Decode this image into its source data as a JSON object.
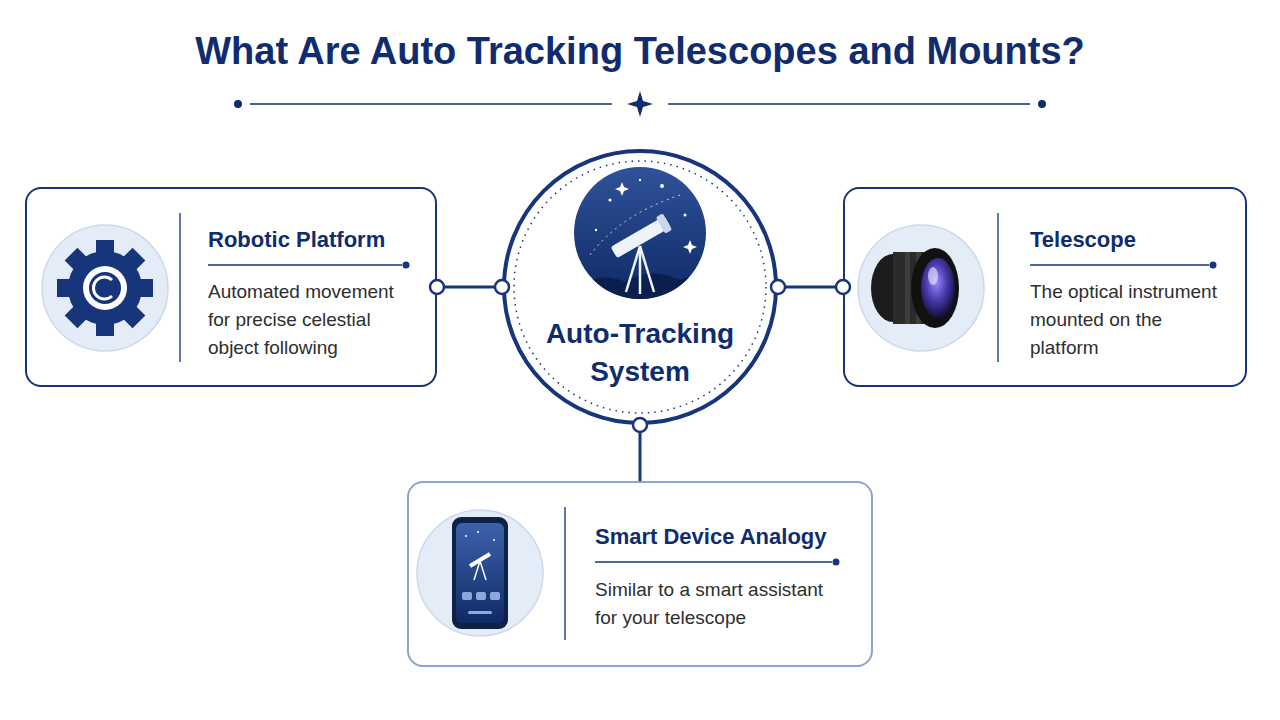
{
  "diagram": {
    "title": "What Are Auto Tracking Telescopes and Mounts?",
    "nodes": [
      {
        "text": [
          "Robotic Platform",
          "Automated movement for precise celestial object following"
        ]
      },
      {
        "text": [
          "Auto-Tracking System"
        ]
      },
      {
        "text": [
          "Telescope",
          "The optical instrument mounted on the platform"
        ]
      },
      {
        "text": [
          "Smart Device Analogy",
          "Similar to a smart assistant for your telescope"
        ]
      }
    ],
    "edges": [
      {
        "from": 0,
        "to": 1,
        "arrow": "none"
      },
      {
        "from": 1,
        "to": 2,
        "arrow": "none"
      },
      {
        "from": 1,
        "to": 3,
        "arrow": "none"
      }
    ]
  }
}
